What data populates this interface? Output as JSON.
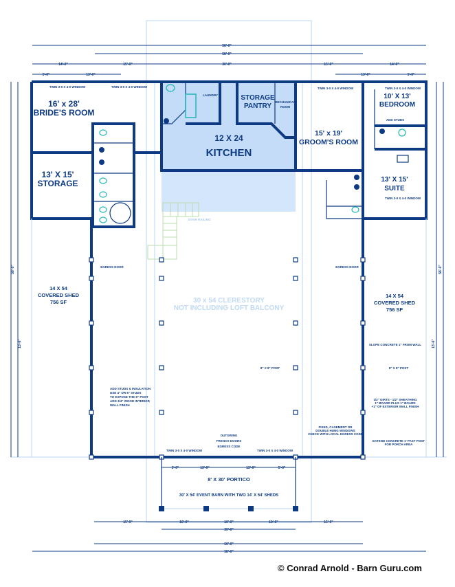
{
  "rooms": {
    "brides_room": {
      "size": "16' x 28'",
      "name": "BRIDE'S ROOM"
    },
    "storage": {
      "size": "13' X 15'",
      "name": "STORAGE"
    },
    "kitchen": {
      "size": "12 X 24",
      "name": "KITCHEN"
    },
    "storage_pantry": {
      "line1": "STORAGE",
      "line2": "PANTRY"
    },
    "mechanical": {
      "line1": "MECHANICAL",
      "line2": "ROOM"
    },
    "laundry": "LAUNDRY",
    "grooms_room": {
      "size": "15' x 19'",
      "name": "GROOM'S ROOM"
    },
    "bedroom": {
      "size": "10' X 13'",
      "name": "BEDROOM"
    },
    "suite": {
      "size": "13' X 15'",
      "name": "SUITE"
    },
    "left_shed": {
      "line1": "14 X 54",
      "line2": "COVERED SHED",
      "line3": "756 SF"
    },
    "right_shed": {
      "line1": "14 X 54",
      "line2": "COVERED SHED",
      "line3": "756 SF"
    },
    "clerestory": {
      "line1": "30 x 54 CLERESTORY",
      "line2": "NOT INCLUDING LOFT BALCONY"
    },
    "portico": "8' X 30' PORTICO",
    "title": "30' X 54' EVENT BARN WITH TWO 14' X 54' SHEDS"
  },
  "notes": {
    "egress_door": "EGRESS DOOR",
    "stair_railing": "STAIR RAILING",
    "post": "8\" X 8\" POST",
    "twin_window": "TWIN 3-0 X 4-0 WINDOW",
    "outswing": [
      "OUTSWING",
      "FRENCH DOORS",
      "EGRESS CODE"
    ],
    "studs": [
      "ADD STUDS & INSULATION",
      "USE 4\" OR 6\" STUDS",
      "TO EXPOSE THE 8\" POST",
      "ADD 3/4\" WOOD INTERIOR",
      "WALL FINISH"
    ],
    "windows": [
      "FIXED, CASEMENT OR",
      "DOUBLE HUNG WINDOWS",
      "CHECK WITH LOCAL EGRESS CODE"
    ],
    "girts": [
      "1/2\" GIRTS - 1/2\" SHEATHING",
      "1\" BOARD PLUS 1\" BOARD",
      "+1\" OF EXTERIOR WALL FINISH"
    ],
    "slope": "SLOPE CONCRETE 1\" FROM WALL",
    "extend": [
      "EXTEND CONCRETE 1' PAST POST",
      "FOR PORCH AREA"
    ],
    "add_studs": "ADD STUDS"
  },
  "dimensions": {
    "overall": "58'-0\"",
    "center": "30'-0\"",
    "shed": "14'-0\"",
    "side": "15'-0\"",
    "window_a": "5'-0\"",
    "window_b": "13'-0\"",
    "bay": "10'-0\"",
    "bay_v": "13'-6\"",
    "porch_side": "15'-0\"",
    "bottom_total": "60'-0\""
  },
  "copyright": "© Conrad Arnold - Barn Guru.com"
}
